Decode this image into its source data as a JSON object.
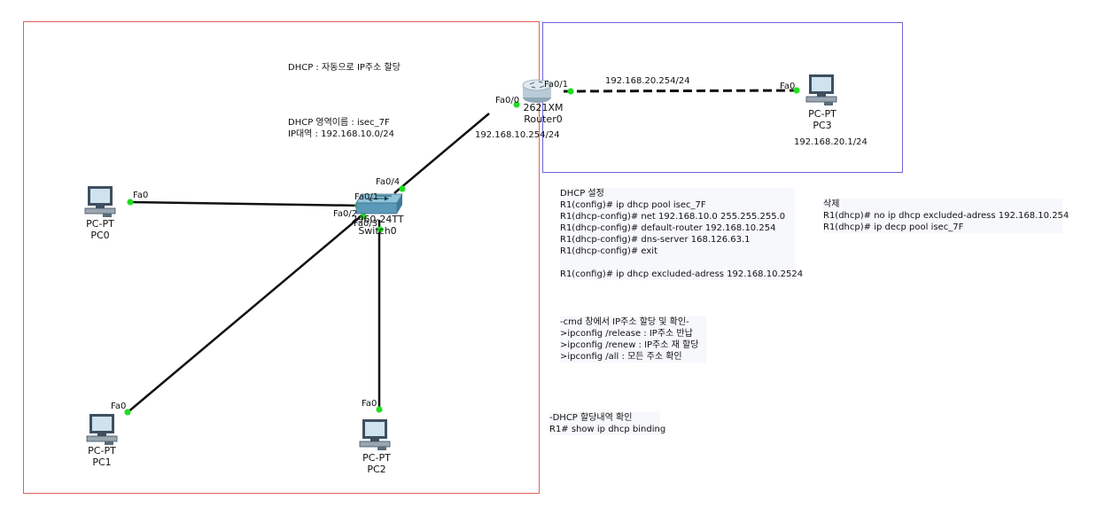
{
  "areas": {
    "left_color": "#e06060",
    "right_color": "#6b63d9"
  },
  "devices": {
    "router0": {
      "model": "2621XM",
      "name": "Router0"
    },
    "switch0": {
      "model": "2960-24TT",
      "name": "Switch0"
    },
    "pc0": {
      "type": "PC-PT",
      "name": "PC0"
    },
    "pc1": {
      "type": "PC-PT",
      "name": "PC1"
    },
    "pc2": {
      "type": "PC-PT",
      "name": "PC2"
    },
    "pc3": {
      "type": "PC-PT",
      "name": "PC3"
    }
  },
  "ports": {
    "r_fa00": "Fa0/0",
    "r_fa01": "Fa0/1",
    "pc3_fa0": "Fa0",
    "sw_fa04": "Fa0/4",
    "sw_fa01": "Fa0/1",
    "sw_fa02": "Fa0/2",
    "sw_fa03": "Fa0/3",
    "pc0_fa0": "Fa0",
    "pc1_fa0": "Fa0",
    "pc2_fa0": "Fa0"
  },
  "ips": {
    "link_r_pc3": "192.168.20.254/24",
    "router_lan": "192.168.10.254/24",
    "pc3": "192.168.20.1/24"
  },
  "notes": {
    "dhcp_title": "DHCP : 자동으로 IP주소 할당",
    "scope": "DHCP 영역이름 : isec_7F\nIP대역 : 192.168.10.0/24",
    "dhcp_setup": "DHCP 설정\nR1(config)# ip dhcp pool isec_7F\nR1(dhcp-config)# net 192.168.10.0 255.255.255.0\nR1(dhcp-config)# default-router 192.168.10.254\nR1(dhcp-config)# dns-server 168.126.63.1\nR1(dhcp-config)# exit\n\nR1(config)# ip dhcp excluded-adress 192.168.10.2524",
    "delete": "삭제\nR1(dhcp)# no ip dhcp excluded-adress 192.168.10.254\nR1(dhcp)# ip decp pool isec_7F",
    "cmd": "-cmd 창에서 IP주소 할당 및 확인-\n>ipconfig /release : IP주소 반납\n>ipconfig /renew : IP주소 재 할당\n>ipconfig /all : 모든 주소 확인",
    "binding": "-DHCP 할당내역 확인\nR1# show ip dhcp binding"
  },
  "colors": {
    "link": "#111111",
    "port_up": "#22dd22",
    "switch_body": "#5a9ab8",
    "router_body": "#b9cbd6",
    "pc_body": "#3e4f60"
  }
}
